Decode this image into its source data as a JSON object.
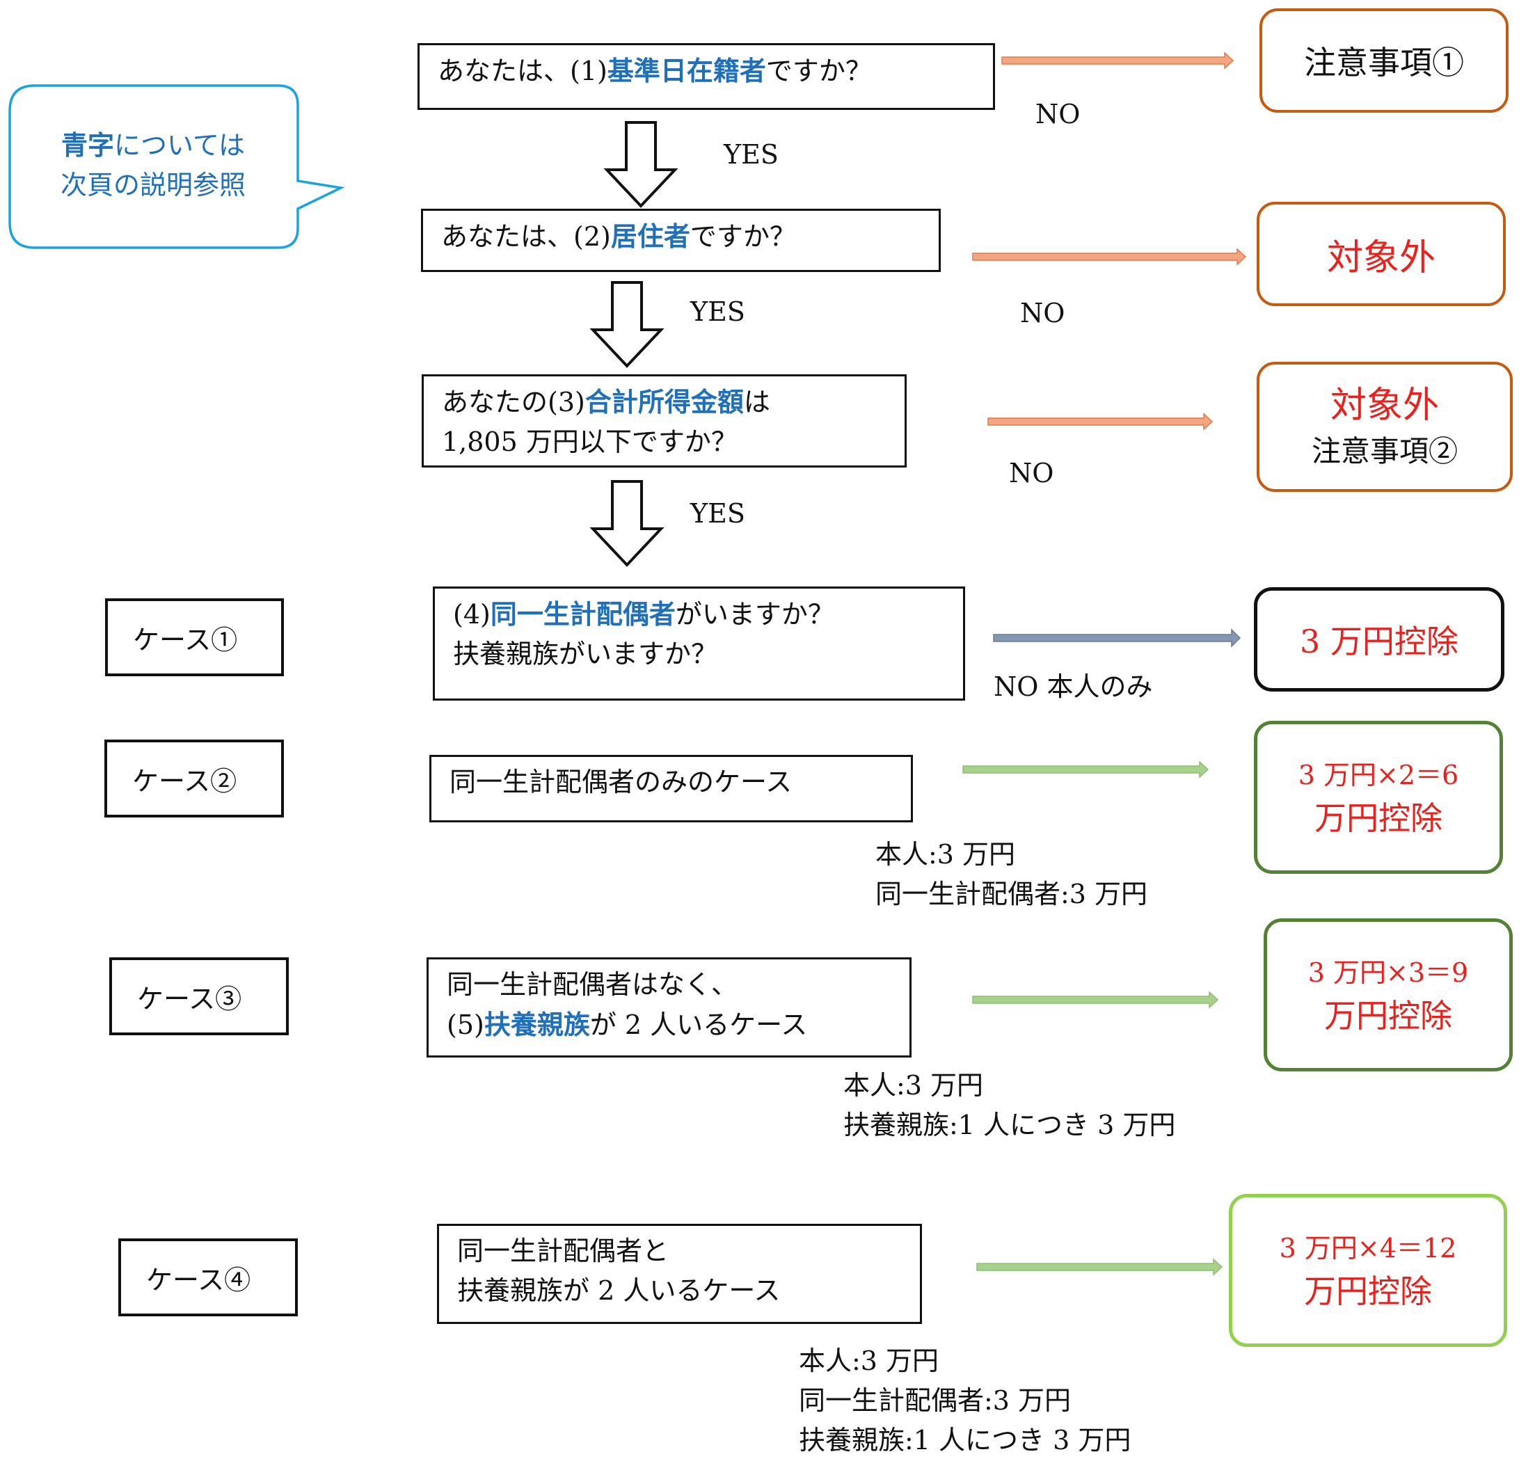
{
  "callout": {
    "blue": "青字",
    "line1_rest": "については",
    "line2": "次頁の説明参照"
  },
  "q1": {
    "pre": "あなたは、(1)",
    "term": "基準日在籍者",
    "post": "ですか？"
  },
  "q2": {
    "pre": "あなたは、(2)",
    "term": "居住者",
    "post": "ですか？"
  },
  "q3": {
    "pre": "あなたの(3)",
    "term": "合計所得金額",
    "post": "は",
    "line2": "1,805 万円以下ですか？"
  },
  "q4": {
    "pre": "(4)",
    "term": "同一生計配偶者",
    "post": "がいますか？",
    "line2": "扶養親族がいますか？"
  },
  "yes": "YES",
  "no": "NO",
  "no_self_only": "NO 本人のみ",
  "results": {
    "r1": "注意事項①",
    "r2": "対象外",
    "r3_main": "対象外",
    "r3_sub": "注意事項②",
    "r4": "3 万円控除",
    "r5_l1": "3 万円×2＝6",
    "r5_l2": "万円控除",
    "r6_l1": "3 万円×3＝9",
    "r6_l2": "万円控除",
    "r7_l1": "3 万円×4＝12",
    "r7_l2": "万円控除"
  },
  "cases": {
    "c1": "ケース①",
    "c2": "ケース②",
    "c3": "ケース③",
    "c4": "ケース④"
  },
  "case2": {
    "box": "同一生計配偶者のみのケース",
    "note1": "本人:3 万円",
    "note2": "同一生計配偶者:3 万円"
  },
  "case3": {
    "line1": "同一生計配偶者はなく、",
    "pre": "(5)",
    "term": "扶養親族",
    "post": "が 2 人いるケース",
    "note1": "本人:3 万円",
    "note2": "扶養親族:1 人につき 3 万円"
  },
  "case4": {
    "line1": "同一生計配偶者と",
    "line2": "扶養親族が 2 人いるケース",
    "note1": "本人:3 万円",
    "note2": "同一生計配偶者:3 万円",
    "note3": "扶養親族:1 人につき 3 万円"
  },
  "colors": {
    "blue_term": "#1f6fb9",
    "callout_border": "#1aa3dc",
    "orange": "#c55a11",
    "orange_arrow": "#f4a582",
    "red_text": "#e8211d",
    "green_dark": "#548235",
    "green_light": "#92d050",
    "green_arrow": "#a9d18e",
    "slate_arrow": "#8496b0"
  }
}
